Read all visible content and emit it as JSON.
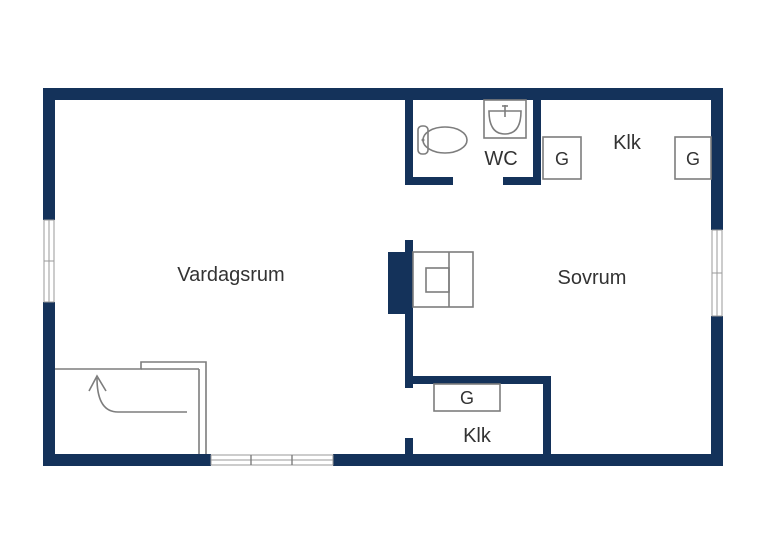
{
  "colors": {
    "wall": "#14325a",
    "fixture_stroke": "#7d7d7d",
    "text": "#333333",
    "background": "#ffffff"
  },
  "rooms": {
    "living_room": {
      "label": "Vardagsrum"
    },
    "bedroom": {
      "label": "Sovrum"
    },
    "wc": {
      "label": "WC"
    },
    "closet_top_right": {
      "label": "Klk"
    },
    "closet_bottom": {
      "label": "Klk"
    }
  },
  "fixtures": {
    "wardrobe_wc_side": {
      "label": "G"
    },
    "wardrobe_top_right": {
      "label": "G"
    },
    "wardrobe_bottom_closet": {
      "label": "G"
    },
    "toilet": {
      "icon": "toilet-icon"
    },
    "sink": {
      "icon": "sink-icon"
    },
    "fireplace": {
      "icon": "fireplace-icon"
    },
    "staircase": {
      "icon": "stair-arrow-icon"
    }
  },
  "windows": [
    {
      "name": "window-left-wall"
    },
    {
      "name": "window-right-wall"
    },
    {
      "name": "window-bottom-wall"
    }
  ]
}
